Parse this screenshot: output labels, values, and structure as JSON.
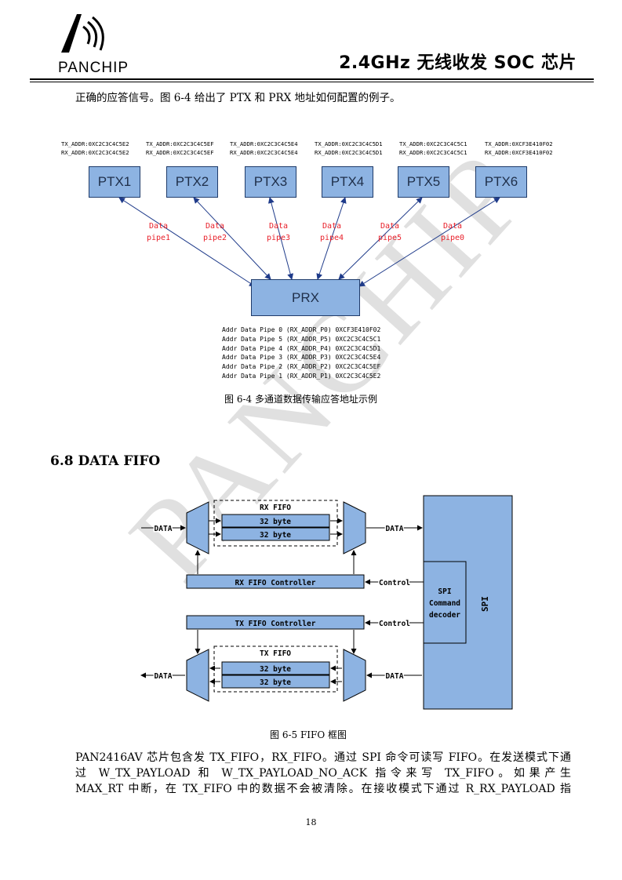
{
  "header": {
    "logo_text": "PANCHIP",
    "title": "2.4GHz  无线收发 SOC 芯片"
  },
  "intro_text": "正确的应答信号。图 6-4 给出了 PTX 和 PRX 地址如何配置的例子。",
  "fig64": {
    "ptx_addresses": [
      {
        "tx": "TX_ADDR:0XC2C3C4C5E2",
        "rx": "RX_ADDR:0XC2C3C4C5E2"
      },
      {
        "tx": "TX_ADDR:0XC2C3C4C5EF",
        "rx": "RX_ADDR:0XC2C3C4C5EF"
      },
      {
        "tx": "TX_ADDR:0XC2C3C4C5E4",
        "rx": "RX_ADDR:0XC2C3C4C5E4"
      },
      {
        "tx": "TX_ADDR:0XC2C3C4C5D1",
        "rx": "RX_ADDR:0XC2C3C4C5D1"
      },
      {
        "tx": "TX_ADDR:0XC2C3C4C5C1",
        "rx": "RX_ADDR:0XC2C3C4C5C1"
      },
      {
        "tx": "TX_ADDR:0XCF3E410F02",
        "rx": "RX_ADDR:0XCF3E410F02"
      }
    ],
    "ptx_labels": [
      "PTX1",
      "PTX2",
      "PTX3",
      "PTX4",
      "PTX5",
      "PTX6"
    ],
    "pipe_labels": [
      {
        "l1": "Data",
        "l2": "pipe1"
      },
      {
        "l1": "Data",
        "l2": "pipe2"
      },
      {
        "l1": "Data",
        "l2": "pipe3"
      },
      {
        "l1": "Data",
        "l2": "pipe4"
      },
      {
        "l1": "Data",
        "l2": "pipe5"
      },
      {
        "l1": "Data",
        "l2": "pipe0"
      }
    ],
    "prx_label": "PRX",
    "pipe_addresses": [
      "Addr Data Pipe 0 (RX_ADDR_P0) 0XCF3E410F02",
      "Addr Data Pipe 5 (RX_ADDR_P5) 0XC2C3C4C5C1",
      "Addr Data Pipe 4 (RX_ADDR_P4) 0XC2C3C4C5D1",
      "Addr Data Pipe 3 (RX_ADDR_P3) 0XC2C3C4C5E4",
      "Addr Data Pipe 2 (RX_ADDR_P2) 0XC2C3C4C5EF",
      "Addr Data Pipe 1 (RX_ADDR_P1) 0XC2C3C4C5E2"
    ],
    "caption": "图  6-4 多通道数据传输应答地址示例"
  },
  "section_title": "6.8 DATA FIFO",
  "fig65": {
    "rx_fifo_label": "RX FIFO",
    "tx_fifo_label": "TX FIFO",
    "byte_label": "32 byte",
    "rx_controller": "RX FIFO Controller",
    "tx_controller": "TX FIFO Controller",
    "control_label": "Control",
    "data_label": "DATA",
    "spi_decoder_l1": "SPI",
    "spi_decoder_l2": "Command",
    "spi_decoder_l3": "decoder",
    "spi_label": "SPI",
    "caption": "图  6-5 FIFO 框图"
  },
  "paragraph": [
    "PAN2416AV 芯片包含发 TX_FIFO，RX_FIFO。通过 SPI 命令可读写 FIFO。在发送模式下通",
    "过 W_TX_PAYLOAD 和 W_TX_PAYLOAD_NO_ACK 指令来写 TX_FIFO。如果产生",
    "MAX_RT 中断，在 TX_FIFO 中的数据不会被清除。在接收模式下通过 R_RX_PAYLOAD 指"
  ],
  "watermark": "PANCHIP",
  "page_number": "18",
  "colors": {
    "box_fill": "#8db3e2",
    "box_border": "#1f3b6a",
    "arrow": "#1f3b8a",
    "pipe_text": "#e8202a"
  }
}
